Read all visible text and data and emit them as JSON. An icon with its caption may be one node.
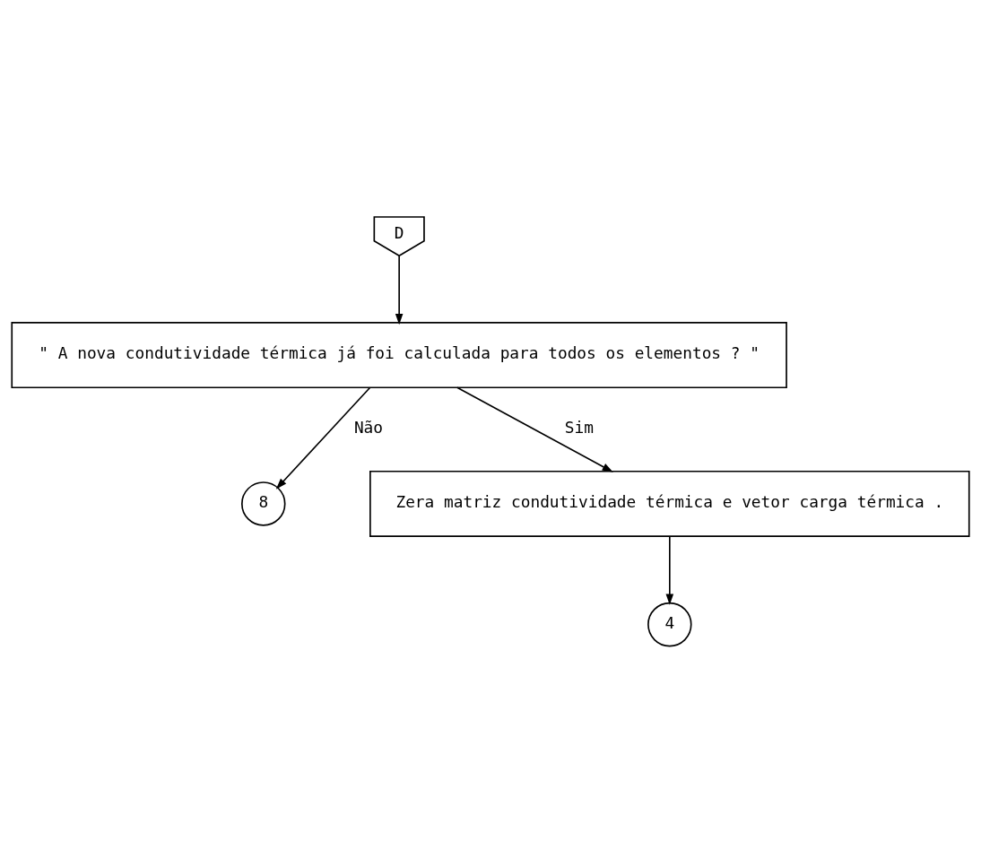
{
  "diagram": {
    "nodes": [
      {
        "text": [
          "D"
        ]
      },
      {
        "text": [
          "\" A nova condutividade térmica já foi calculada para todos os elementos ? \""
        ]
      },
      {
        "text": [
          "8"
        ]
      },
      {
        "text": [
          "Zera matriz condutividade térmica e vetor carga térmica ."
        ]
      },
      {
        "text": [
          "4"
        ]
      }
    ],
    "edges": [
      {
        "from": 0,
        "to": 1,
        "arrow": "to"
      },
      {
        "from": 1,
        "to": 3,
        "arrow": "to",
        "label": "Sim"
      },
      {
        "from": 1,
        "to": 2,
        "arrow": "to",
        "label": "Não"
      },
      {
        "from": 3,
        "to": 4,
        "arrow": "to"
      }
    ]
  }
}
